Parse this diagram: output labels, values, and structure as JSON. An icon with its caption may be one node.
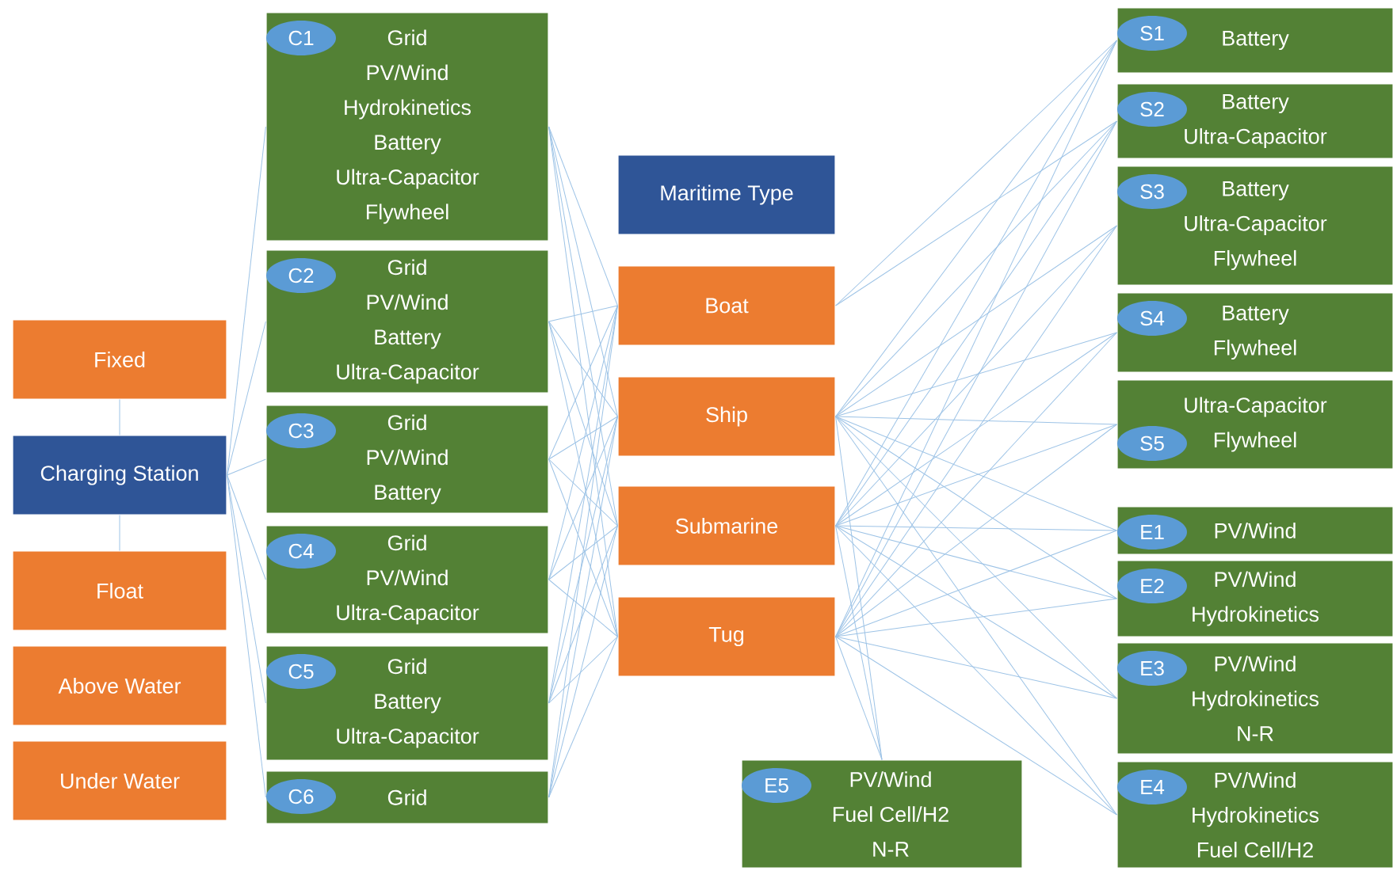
{
  "diagram": {
    "nodes": [
      {
        "text": [
          "Fixed"
        ]
      },
      {
        "text": [
          "Charging Station"
        ]
      },
      {
        "text": [
          "Float"
        ]
      },
      {
        "text": [
          "Above Water"
        ]
      },
      {
        "text": [
          "Under Water"
        ]
      },
      {
        "text": [
          "Grid",
          "PV/Wind",
          "Hydrokinetics",
          "Battery",
          "Ultra-Capacitor",
          "Flywheel"
        ]
      },
      {
        "text": [
          "C1"
        ],
        "in": 5
      },
      {
        "text": [
          "Grid",
          "PV/Wind",
          "Battery",
          "Ultra-Capacitor"
        ]
      },
      {
        "text": [
          "C2"
        ],
        "in": 7
      },
      {
        "text": [
          "Grid",
          "PV/Wind",
          "Battery"
        ]
      },
      {
        "text": [
          "C3"
        ],
        "in": 9
      },
      {
        "text": [
          "Grid",
          "PV/Wind",
          "Ultra-Capacitor"
        ]
      },
      {
        "text": [
          "C4"
        ],
        "in": 11
      },
      {
        "text": [
          "Grid",
          "Battery",
          "Ultra-Capacitor"
        ]
      },
      {
        "text": [
          "C5"
        ],
        "in": 13
      },
      {
        "text": [
          "Grid"
        ]
      },
      {
        "text": [
          "C6"
        ],
        "in": 15
      },
      {
        "text": [
          "Maritime Type"
        ]
      },
      {
        "text": [
          "Boat"
        ]
      },
      {
        "text": [
          "Ship"
        ]
      },
      {
        "text": [
          "Submarine"
        ]
      },
      {
        "text": [
          "Tug"
        ]
      },
      {
        "text": [
          "Battery"
        ]
      },
      {
        "text": [
          "S1"
        ],
        "in": 22
      },
      {
        "text": [
          "Battery",
          "Ultra-Capacitor"
        ]
      },
      {
        "text": [
          "S2"
        ],
        "in": 24
      },
      {
        "text": [
          "Battery",
          "Ultra-Capacitor",
          "Flywheel"
        ]
      },
      {
        "text": [
          "S3"
        ],
        "in": 26
      },
      {
        "text": [
          "Battery",
          "Flywheel"
        ]
      },
      {
        "text": [
          "S4"
        ],
        "in": 28
      },
      {
        "text": [
          "Ultra-Capacitor",
          "Flywheel"
        ]
      },
      {
        "text": [
          "S5"
        ],
        "in": 30
      },
      {
        "text": [
          "PV/Wind"
        ]
      },
      {
        "text": [
          "E1"
        ],
        "in": 32
      },
      {
        "text": [
          "PV/Wind",
          "Hydrokinetics"
        ]
      },
      {
        "text": [
          "E2"
        ],
        "in": 34
      },
      {
        "text": [
          "PV/Wind",
          "Hydrokinetics",
          "N-R"
        ]
      },
      {
        "text": [
          "E3"
        ],
        "in": 36
      },
      {
        "text": [
          "PV/Wind",
          "Hydrokinetics",
          "Fuel Cell/H2"
        ]
      },
      {
        "text": [
          "E4"
        ],
        "in": 38
      },
      {
        "text": [
          "PV/Wind",
          "Fuel Cell/H2",
          "N-R"
        ]
      },
      {
        "text": [
          "E5"
        ],
        "in": 40
      }
    ],
    "edges": [
      {
        "from": 0,
        "to": 1,
        "arrow": "none"
      },
      {
        "from": 1,
        "to": 2,
        "arrow": "none"
      },
      {
        "from": 1,
        "to": 5,
        "arrow": "none"
      },
      {
        "from": 1,
        "to": 7,
        "arrow": "none"
      },
      {
        "from": 1,
        "to": 9,
        "arrow": "none"
      },
      {
        "from": 1,
        "to": 11,
        "arrow": "none"
      },
      {
        "from": 1,
        "to": 13,
        "arrow": "none"
      },
      {
        "from": 1,
        "to": 15,
        "arrow": "none"
      },
      {
        "from": 5,
        "to": 18,
        "arrow": "none"
      },
      {
        "from": 5,
        "to": 19,
        "arrow": "none"
      },
      {
        "from": 5,
        "to": 20,
        "arrow": "none"
      },
      {
        "from": 5,
        "to": 21,
        "arrow": "none"
      },
      {
        "from": 7,
        "to": 18,
        "arrow": "none"
      },
      {
        "from": 7,
        "to": 19,
        "arrow": "none"
      },
      {
        "from": 7,
        "to": 20,
        "arrow": "none"
      },
      {
        "from": 7,
        "to": 21,
        "arrow": "none"
      },
      {
        "from": 9,
        "to": 18,
        "arrow": "none"
      },
      {
        "from": 9,
        "to": 19,
        "arrow": "none"
      },
      {
        "from": 9,
        "to": 20,
        "arrow": "none"
      },
      {
        "from": 9,
        "to": 21,
        "arrow": "none"
      },
      {
        "from": 11,
        "to": 18,
        "arrow": "none"
      },
      {
        "from": 11,
        "to": 19,
        "arrow": "none"
      },
      {
        "from": 11,
        "to": 20,
        "arrow": "none"
      },
      {
        "from": 11,
        "to": 21,
        "arrow": "none"
      },
      {
        "from": 13,
        "to": 18,
        "arrow": "none"
      },
      {
        "from": 13,
        "to": 19,
        "arrow": "none"
      },
      {
        "from": 13,
        "to": 20,
        "arrow": "none"
      },
      {
        "from": 13,
        "to": 21,
        "arrow": "none"
      },
      {
        "from": 15,
        "to": 18,
        "arrow": "none"
      },
      {
        "from": 15,
        "to": 19,
        "arrow": "none"
      },
      {
        "from": 15,
        "to": 20,
        "arrow": "none"
      },
      {
        "from": 15,
        "to": 21,
        "arrow": "none"
      },
      {
        "from": 18,
        "to": 22,
        "arrow": "none"
      },
      {
        "from": 18,
        "to": 24,
        "arrow": "none"
      },
      {
        "from": 19,
        "to": 22,
        "arrow": "none"
      },
      {
        "from": 19,
        "to": 24,
        "arrow": "none"
      },
      {
        "from": 19,
        "to": 26,
        "arrow": "none"
      },
      {
        "from": 19,
        "to": 28,
        "arrow": "none"
      },
      {
        "from": 19,
        "to": 30,
        "arrow": "none"
      },
      {
        "from": 19,
        "to": 32,
        "arrow": "none"
      },
      {
        "from": 19,
        "to": 34,
        "arrow": "none"
      },
      {
        "from": 19,
        "to": 36,
        "arrow": "none"
      },
      {
        "from": 19,
        "to": 38,
        "arrow": "none"
      },
      {
        "from": 19,
        "to": 40,
        "arrow": "none"
      },
      {
        "from": 20,
        "to": 22,
        "arrow": "none"
      },
      {
        "from": 20,
        "to": 24,
        "arrow": "none"
      },
      {
        "from": 20,
        "to": 26,
        "arrow": "none"
      },
      {
        "from": 20,
        "to": 28,
        "arrow": "none"
      },
      {
        "from": 20,
        "to": 30,
        "arrow": "none"
      },
      {
        "from": 20,
        "to": 32,
        "arrow": "none"
      },
      {
        "from": 20,
        "to": 34,
        "arrow": "none"
      },
      {
        "from": 20,
        "to": 36,
        "arrow": "none"
      },
      {
        "from": 20,
        "to": 38,
        "arrow": "none"
      },
      {
        "from": 20,
        "to": 40,
        "arrow": "none"
      },
      {
        "from": 21,
        "to": 22,
        "arrow": "none"
      },
      {
        "from": 21,
        "to": 24,
        "arrow": "none"
      },
      {
        "from": 21,
        "to": 26,
        "arrow": "none"
      },
      {
        "from": 21,
        "to": 28,
        "arrow": "none"
      },
      {
        "from": 21,
        "to": 30,
        "arrow": "none"
      },
      {
        "from": 21,
        "to": 32,
        "arrow": "none"
      },
      {
        "from": 21,
        "to": 34,
        "arrow": "none"
      },
      {
        "from": 21,
        "to": 36,
        "arrow": "none"
      },
      {
        "from": 21,
        "to": 38,
        "arrow": "none"
      },
      {
        "from": 21,
        "to": 40,
        "arrow": "none"
      }
    ]
  }
}
